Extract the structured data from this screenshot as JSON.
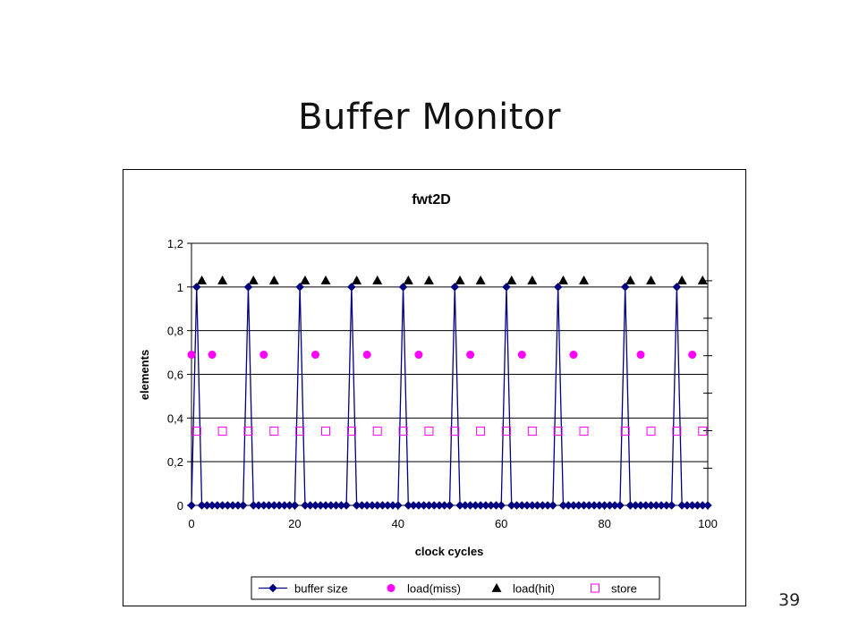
{
  "slide": {
    "title": "Buffer Monitor",
    "page_number": "39"
  },
  "chart_data": {
    "type": "line",
    "title": "fwt2D",
    "xlabel": "clock cycles",
    "ylabel": "elements",
    "xlim": [
      0,
      100
    ],
    "ylim": [
      0,
      1.2
    ],
    "x_ticks": [
      0,
      20,
      40,
      60,
      80,
      100
    ],
    "x_tick_labels": [
      "0",
      "20",
      "40",
      "60",
      "80",
      "100"
    ],
    "y_ticks": [
      0,
      0.2,
      0.4,
      0.6,
      0.8,
      1.0,
      1.2
    ],
    "y_tick_labels": [
      "0",
      "0,2",
      "0,4",
      "0,6",
      "0,8",
      "1",
      "1,2"
    ],
    "grid": "horizontal",
    "legend_position": "bottom",
    "colors": {
      "buffer_size": "#000080",
      "load_miss": "#ff00ff",
      "load_hit": "#000000",
      "store": "#ff00ff"
    },
    "series": [
      {
        "name": "buffer size",
        "marker": "diamond",
        "points": [
          [
            0,
            0
          ],
          [
            1,
            1
          ],
          [
            2,
            0
          ],
          [
            3,
            0
          ],
          [
            4,
            0
          ],
          [
            5,
            0
          ],
          [
            6,
            0
          ],
          [
            7,
            0
          ],
          [
            8,
            0
          ],
          [
            9,
            0
          ],
          [
            10,
            0
          ],
          [
            11,
            1
          ],
          [
            12,
            0
          ],
          [
            13,
            0
          ],
          [
            14,
            0
          ],
          [
            15,
            0
          ],
          [
            16,
            0
          ],
          [
            17,
            0
          ],
          [
            18,
            0
          ],
          [
            19,
            0
          ],
          [
            20,
            0
          ],
          [
            21,
            1
          ],
          [
            22,
            0
          ],
          [
            23,
            0
          ],
          [
            24,
            0
          ],
          [
            25,
            0
          ],
          [
            26,
            0
          ],
          [
            27,
            0
          ],
          [
            28,
            0
          ],
          [
            29,
            0
          ],
          [
            30,
            0
          ],
          [
            31,
            1
          ],
          [
            32,
            0
          ],
          [
            33,
            0
          ],
          [
            34,
            0
          ],
          [
            35,
            0
          ],
          [
            36,
            0
          ],
          [
            37,
            0
          ],
          [
            38,
            0
          ],
          [
            39,
            0
          ],
          [
            40,
            0
          ],
          [
            41,
            1
          ],
          [
            42,
            0
          ],
          [
            43,
            0
          ],
          [
            44,
            0
          ],
          [
            45,
            0
          ],
          [
            46,
            0
          ],
          [
            47,
            0
          ],
          [
            48,
            0
          ],
          [
            49,
            0
          ],
          [
            50,
            0
          ],
          [
            51,
            1
          ],
          [
            52,
            0
          ],
          [
            53,
            0
          ],
          [
            54,
            0
          ],
          [
            55,
            0
          ],
          [
            56,
            0
          ],
          [
            57,
            0
          ],
          [
            58,
            0
          ],
          [
            59,
            0
          ],
          [
            60,
            0
          ],
          [
            61,
            1
          ],
          [
            62,
            0
          ],
          [
            63,
            0
          ],
          [
            64,
            0
          ],
          [
            65,
            0
          ],
          [
            66,
            0
          ],
          [
            67,
            0
          ],
          [
            68,
            0
          ],
          [
            69,
            0
          ],
          [
            70,
            0
          ],
          [
            71,
            1
          ],
          [
            72,
            0
          ],
          [
            73,
            0
          ],
          [
            74,
            0
          ],
          [
            75,
            0
          ],
          [
            76,
            0
          ],
          [
            77,
            0
          ],
          [
            78,
            0
          ],
          [
            79,
            0
          ],
          [
            80,
            0
          ],
          [
            81,
            0
          ],
          [
            82,
            0
          ],
          [
            83,
            0
          ],
          [
            84,
            1
          ],
          [
            85,
            0
          ],
          [
            86,
            0
          ],
          [
            87,
            0
          ],
          [
            88,
            0
          ],
          [
            89,
            0
          ],
          [
            90,
            0
          ],
          [
            91,
            0
          ],
          [
            92,
            0
          ],
          [
            93,
            0
          ],
          [
            94,
            1
          ],
          [
            95,
            0
          ],
          [
            96,
            0
          ],
          [
            97,
            0
          ],
          [
            98,
            0
          ],
          [
            99,
            0
          ],
          [
            100,
            0
          ]
        ]
      },
      {
        "name": "load(miss)",
        "marker": "circle",
        "points": [
          [
            0,
            0.69
          ],
          [
            4,
            0.69
          ],
          [
            14,
            0.69
          ],
          [
            24,
            0.69
          ],
          [
            34,
            0.69
          ],
          [
            44,
            0.69
          ],
          [
            54,
            0.69
          ],
          [
            64,
            0.69
          ],
          [
            74,
            0.69
          ],
          [
            87,
            0.69
          ],
          [
            97,
            0.69
          ]
        ]
      },
      {
        "name": "load(hit)",
        "marker": "triangle",
        "points": [
          [
            2,
            1.03
          ],
          [
            6,
            1.03
          ],
          [
            12,
            1.03
          ],
          [
            16,
            1.03
          ],
          [
            22,
            1.03
          ],
          [
            26,
            1.03
          ],
          [
            32,
            1.03
          ],
          [
            36,
            1.03
          ],
          [
            42,
            1.03
          ],
          [
            46,
            1.03
          ],
          [
            52,
            1.03
          ],
          [
            56,
            1.03
          ],
          [
            62,
            1.03
          ],
          [
            66,
            1.03
          ],
          [
            72,
            1.03
          ],
          [
            76,
            1.03
          ],
          [
            85,
            1.03
          ],
          [
            89,
            1.03
          ],
          [
            95,
            1.03
          ],
          [
            99,
            1.03
          ]
        ]
      },
      {
        "name": "store",
        "marker": "square",
        "points": [
          [
            1,
            0.34
          ],
          [
            6,
            0.34
          ],
          [
            11,
            0.34
          ],
          [
            16,
            0.34
          ],
          [
            21,
            0.34
          ],
          [
            26,
            0.34
          ],
          [
            31,
            0.34
          ],
          [
            36,
            0.34
          ],
          [
            41,
            0.34
          ],
          [
            46,
            0.34
          ],
          [
            51,
            0.34
          ],
          [
            56,
            0.34
          ],
          [
            61,
            0.34
          ],
          [
            66,
            0.34
          ],
          [
            71,
            0.34
          ],
          [
            76,
            0.34
          ],
          [
            84,
            0.34
          ],
          [
            89,
            0.34
          ],
          [
            94,
            0.34
          ],
          [
            99,
            0.34
          ]
        ]
      }
    ]
  }
}
